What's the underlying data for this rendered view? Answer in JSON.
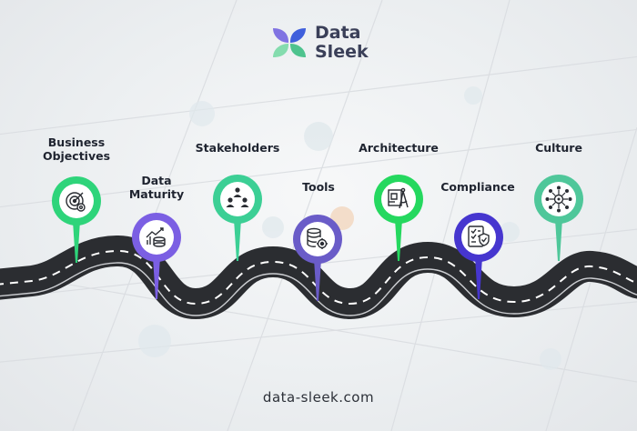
{
  "brand": {
    "name_line1": "Data",
    "name_line2": "Sleek",
    "logo_colors": [
      "#7b6fe0",
      "#3c5bd8",
      "#7fd9a8",
      "#4ec38e"
    ]
  },
  "milestones": [
    {
      "label_line1": "Business",
      "label_line2": "Objectives",
      "icon": "target-gear-icon",
      "color": "#2ed47a",
      "position": "above-road"
    },
    {
      "label_line1": "Data",
      "label_line2": "Maturity",
      "icon": "growth-chart-icon",
      "color": "#7b5fe3",
      "position": "below-road"
    },
    {
      "label_line1": "Stakeholders",
      "label_line2": "",
      "icon": "team-hierarchy-icon",
      "color": "#3ccf95",
      "position": "above-road"
    },
    {
      "label_line1": "Tools",
      "label_line2": "",
      "icon": "database-gear-icon",
      "color": "#6a5cc8",
      "position": "below-road"
    },
    {
      "label_line1": "Architecture",
      "label_line2": "",
      "icon": "blueprint-compass-icon",
      "color": "#25d85f",
      "position": "above-road"
    },
    {
      "label_line1": "Compliance",
      "label_line2": "",
      "icon": "checklist-shield-icon",
      "color": "#4636cf",
      "position": "below-road"
    },
    {
      "label_line1": "Culture",
      "label_line2": "",
      "icon": "people-circle-icon",
      "color": "#4fc79a",
      "position": "above-road"
    }
  ],
  "footer": {
    "url": "data-sleek.com"
  }
}
